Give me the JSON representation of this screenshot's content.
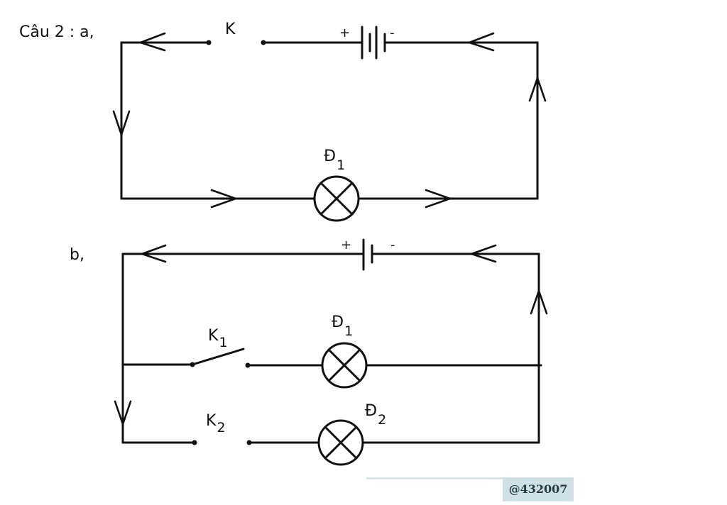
{
  "part_a": {
    "label": "Câu 2 : a,",
    "switch": "K",
    "battery_plus": "+",
    "battery_minus": "-",
    "lamp_name": "Đ",
    "lamp_sub": "1"
  },
  "part_b": {
    "label": "b,",
    "battery_plus": "+",
    "battery_minus": "-",
    "switch1_name": "K",
    "switch1_sub": "1",
    "lamp1_name": "Đ",
    "lamp1_sub": "1",
    "switch2_name": "K",
    "switch2_sub": "2",
    "lamp2_name": "Đ",
    "lamp2_sub": "2"
  },
  "watermark": "@432007"
}
